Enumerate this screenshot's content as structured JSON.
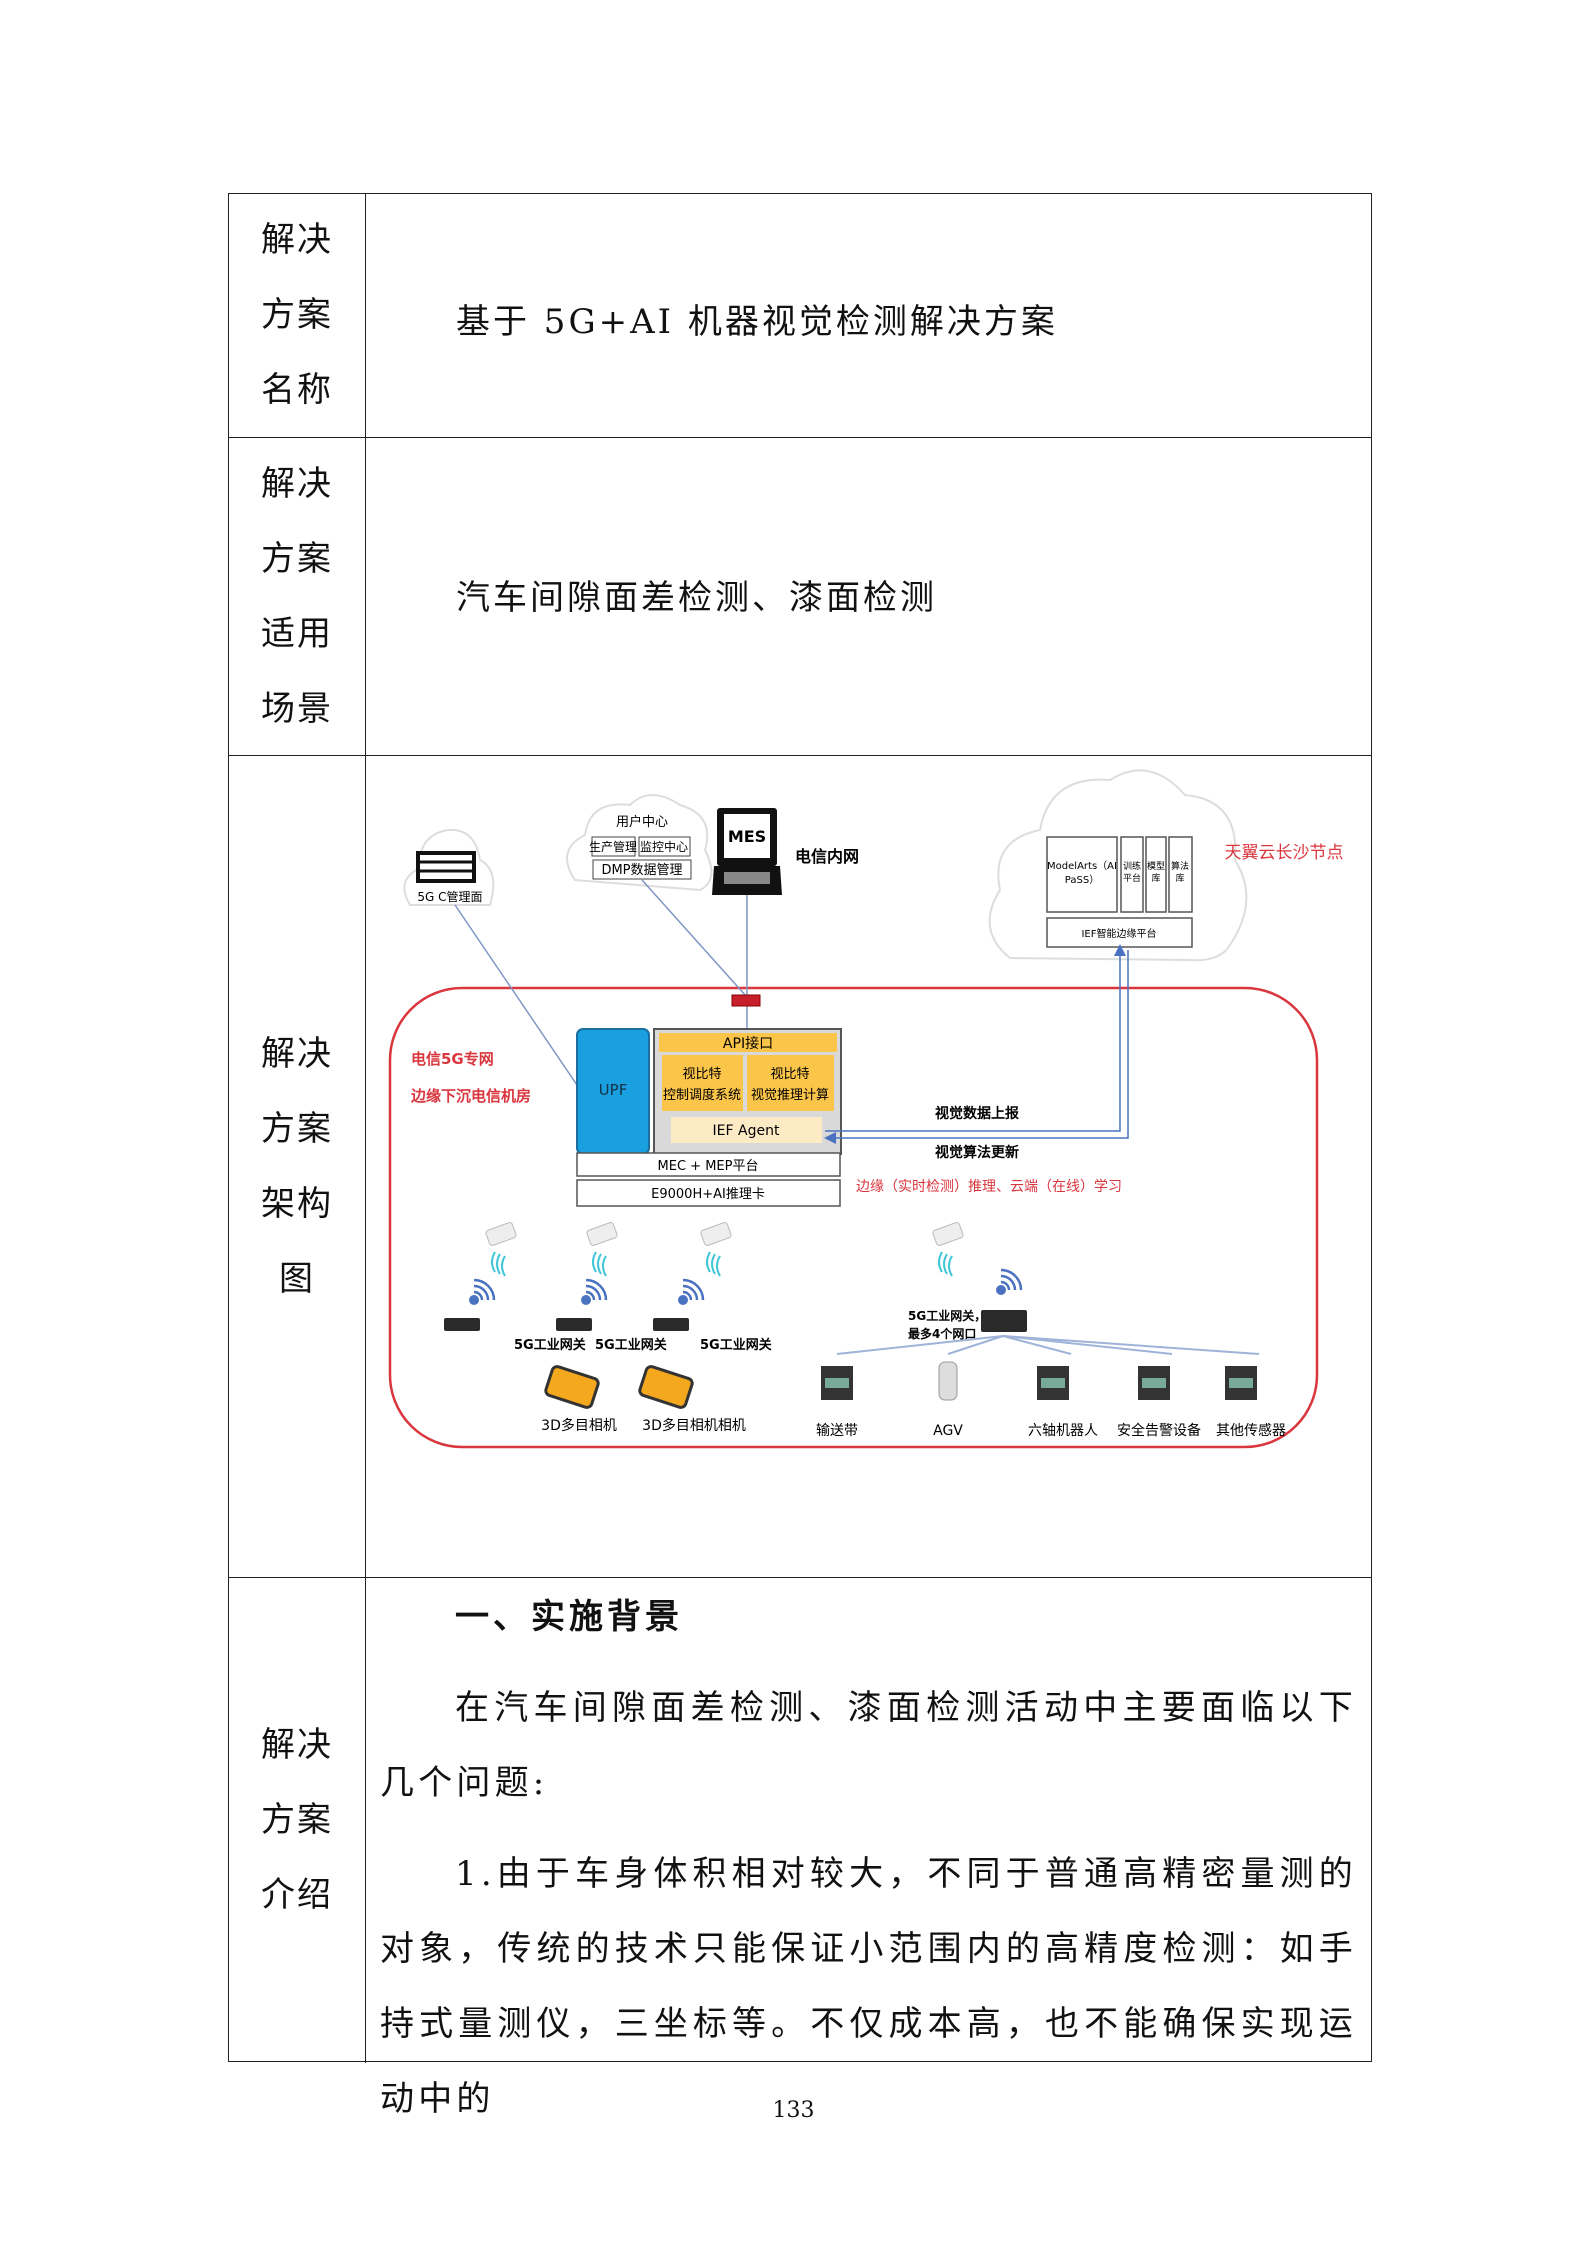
{
  "rows": [
    {
      "label": [
        "解决",
        "方案",
        "名称"
      ],
      "content": "基于 5G+AI 机器视觉检测解决方案"
    },
    {
      "label": [
        "解决",
        "方案",
        "适用",
        "场景"
      ],
      "content": "汽车间隙面差检测、漆面检测"
    },
    {
      "label": [
        "解决",
        "方案",
        "架构",
        "图"
      ]
    },
    {
      "label": [
        "解决",
        "方案",
        "介绍"
      ],
      "heading": "一、实施背景",
      "paragraphs": [
        "在汽车间隙面差检测、漆面检测活动中主要面临以下几个问题:",
        "1.由于车身体积相对较大，不同于普通高精密量测的对象，传统的技术只能保证小范围内的高精度检测：如手持式量测仪，三坐标等。不仅成本高，也不能确保实现运动中的"
      ]
    }
  ],
  "diagram": {
    "fiveg_c": "5G C管理面",
    "user_center": "用户中心",
    "prod_mgmt": "生产管理",
    "monitor_center": "监控中心",
    "dmp": "DMP数据管理",
    "mes": "MES",
    "telecom_intranet": "电信内网",
    "cloud_node": "天翼云长沙节点",
    "modelarts_1": "ModelArts（AI",
    "modelarts_2": "PaSS）",
    "training_1": "训练",
    "training_2": "平台",
    "model_lib_1": "模型",
    "model_lib_2": "库",
    "algo_lib_1": "算法",
    "algo_lib_2": "库",
    "ief_platform": "IEF智能边缘平台",
    "private_net": "电信5G专网",
    "edge_room": "边缘下沉电信机房",
    "upf": "UPF",
    "api": "API接口",
    "vbt1_a": "视比特",
    "vbt1_b": "控制调度系统",
    "vbt2_a": "视比特",
    "vbt2_b": "视觉推理计算",
    "ief_agent": "IEF Agent",
    "mec": "MEC + MEP平台",
    "e9000": "E9000H+AI推理卡",
    "data_report": "视觉数据上报",
    "algo_update": "视觉算法更新",
    "edge_cloud": "边缘（实时检测）推理、云端（在线）学习",
    "gateway": "5G工业网关",
    "gateway_multi_1": "5G工业网关，",
    "gateway_multi_2": "最多4个网口",
    "camera_1": "3D多目相机",
    "camera_2": "3D多目相机相机",
    "devices": [
      "输送带",
      "AGV",
      "六轴机器人",
      "安全告警设备",
      "其他传感器"
    ],
    "colors": {
      "red": "#d9363e",
      "blue": "#1aa0e0",
      "orange": "#fbc54a",
      "line": "#6b8cc8"
    }
  },
  "page_number": "133"
}
